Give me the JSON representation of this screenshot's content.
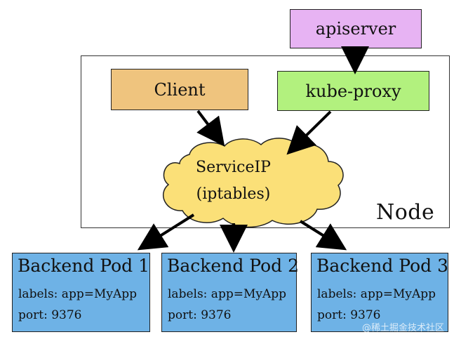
{
  "diagram": {
    "apiserver_label": "apiserver",
    "client_label": "Client",
    "kube_proxy_label": "kube-proxy",
    "service_line1": "ServiceIP",
    "service_line2": "(iptables)",
    "node_label": "Node",
    "pods": [
      {
        "title": "Backend Pod 1",
        "labels": "labels: app=MyApp",
        "port": "port: 9376"
      },
      {
        "title": "Backend Pod 2",
        "labels": "labels: app=MyApp",
        "port": "port: 9376"
      },
      {
        "title": "Backend Pod 3",
        "labels": "labels: app=MyApp",
        "port": "port: 9376"
      }
    ],
    "watermark": "@稀土掘金技术社区"
  },
  "colors": {
    "apiserver": "#e7b3f3",
    "client": "#efc47e",
    "kube_proxy": "#b2f17e",
    "cloud": "#fbe078",
    "pod": "#6eb2e6",
    "arrow": "#000000"
  },
  "edges": [
    {
      "from": "apiserver",
      "to": "kube-proxy"
    },
    {
      "from": "client",
      "to": "service-ip"
    },
    {
      "from": "kube-proxy",
      "to": "service-ip"
    },
    {
      "from": "service-ip",
      "to": "backend-pod-1"
    },
    {
      "from": "service-ip",
      "to": "backend-pod-2"
    },
    {
      "from": "service-ip",
      "to": "backend-pod-3"
    }
  ]
}
